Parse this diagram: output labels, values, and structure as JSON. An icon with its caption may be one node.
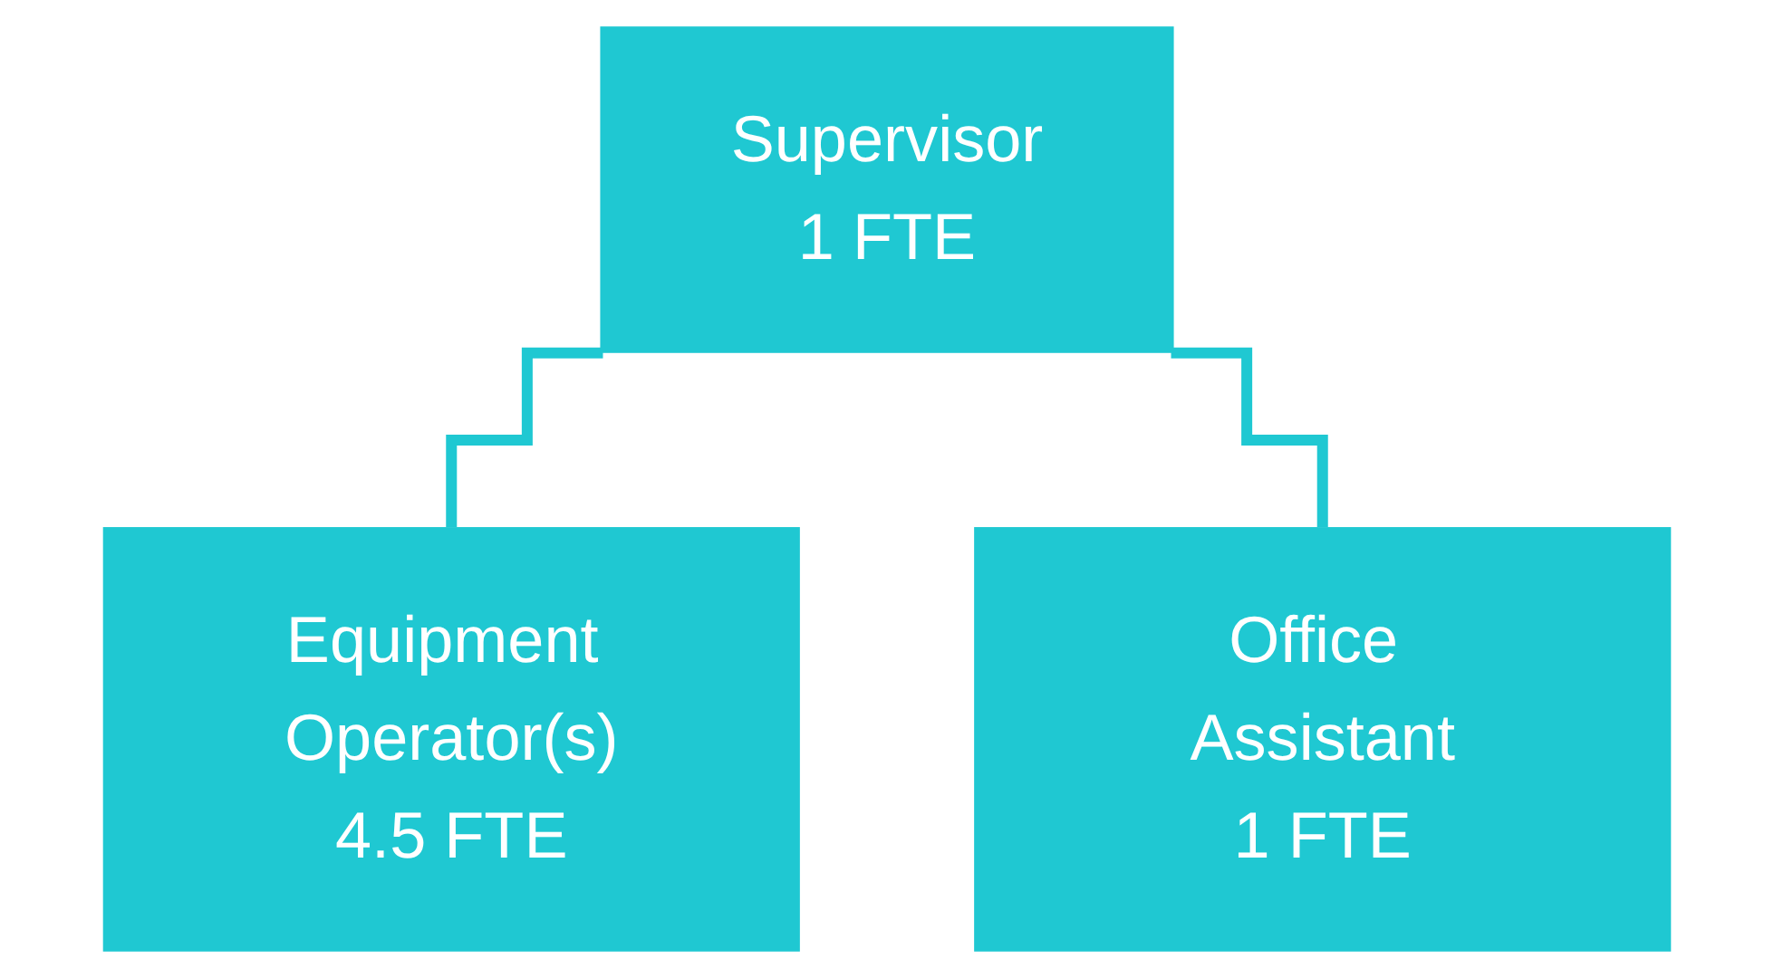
{
  "diagram": {
    "nodes": [
      {
        "text": [
          "Supervisor",
          "1 FTE"
        ]
      },
      {
        "text": [
          "Equipment Operator(s)",
          "4.5 FTE"
        ]
      },
      {
        "text": [
          "Office Assistant",
          "1 FTE"
        ]
      }
    ],
    "edges": [
      {
        "from": 0,
        "to": 1,
        "arrow": "none"
      },
      {
        "from": 0,
        "to": 2,
        "arrow": "none"
      }
    ]
  }
}
